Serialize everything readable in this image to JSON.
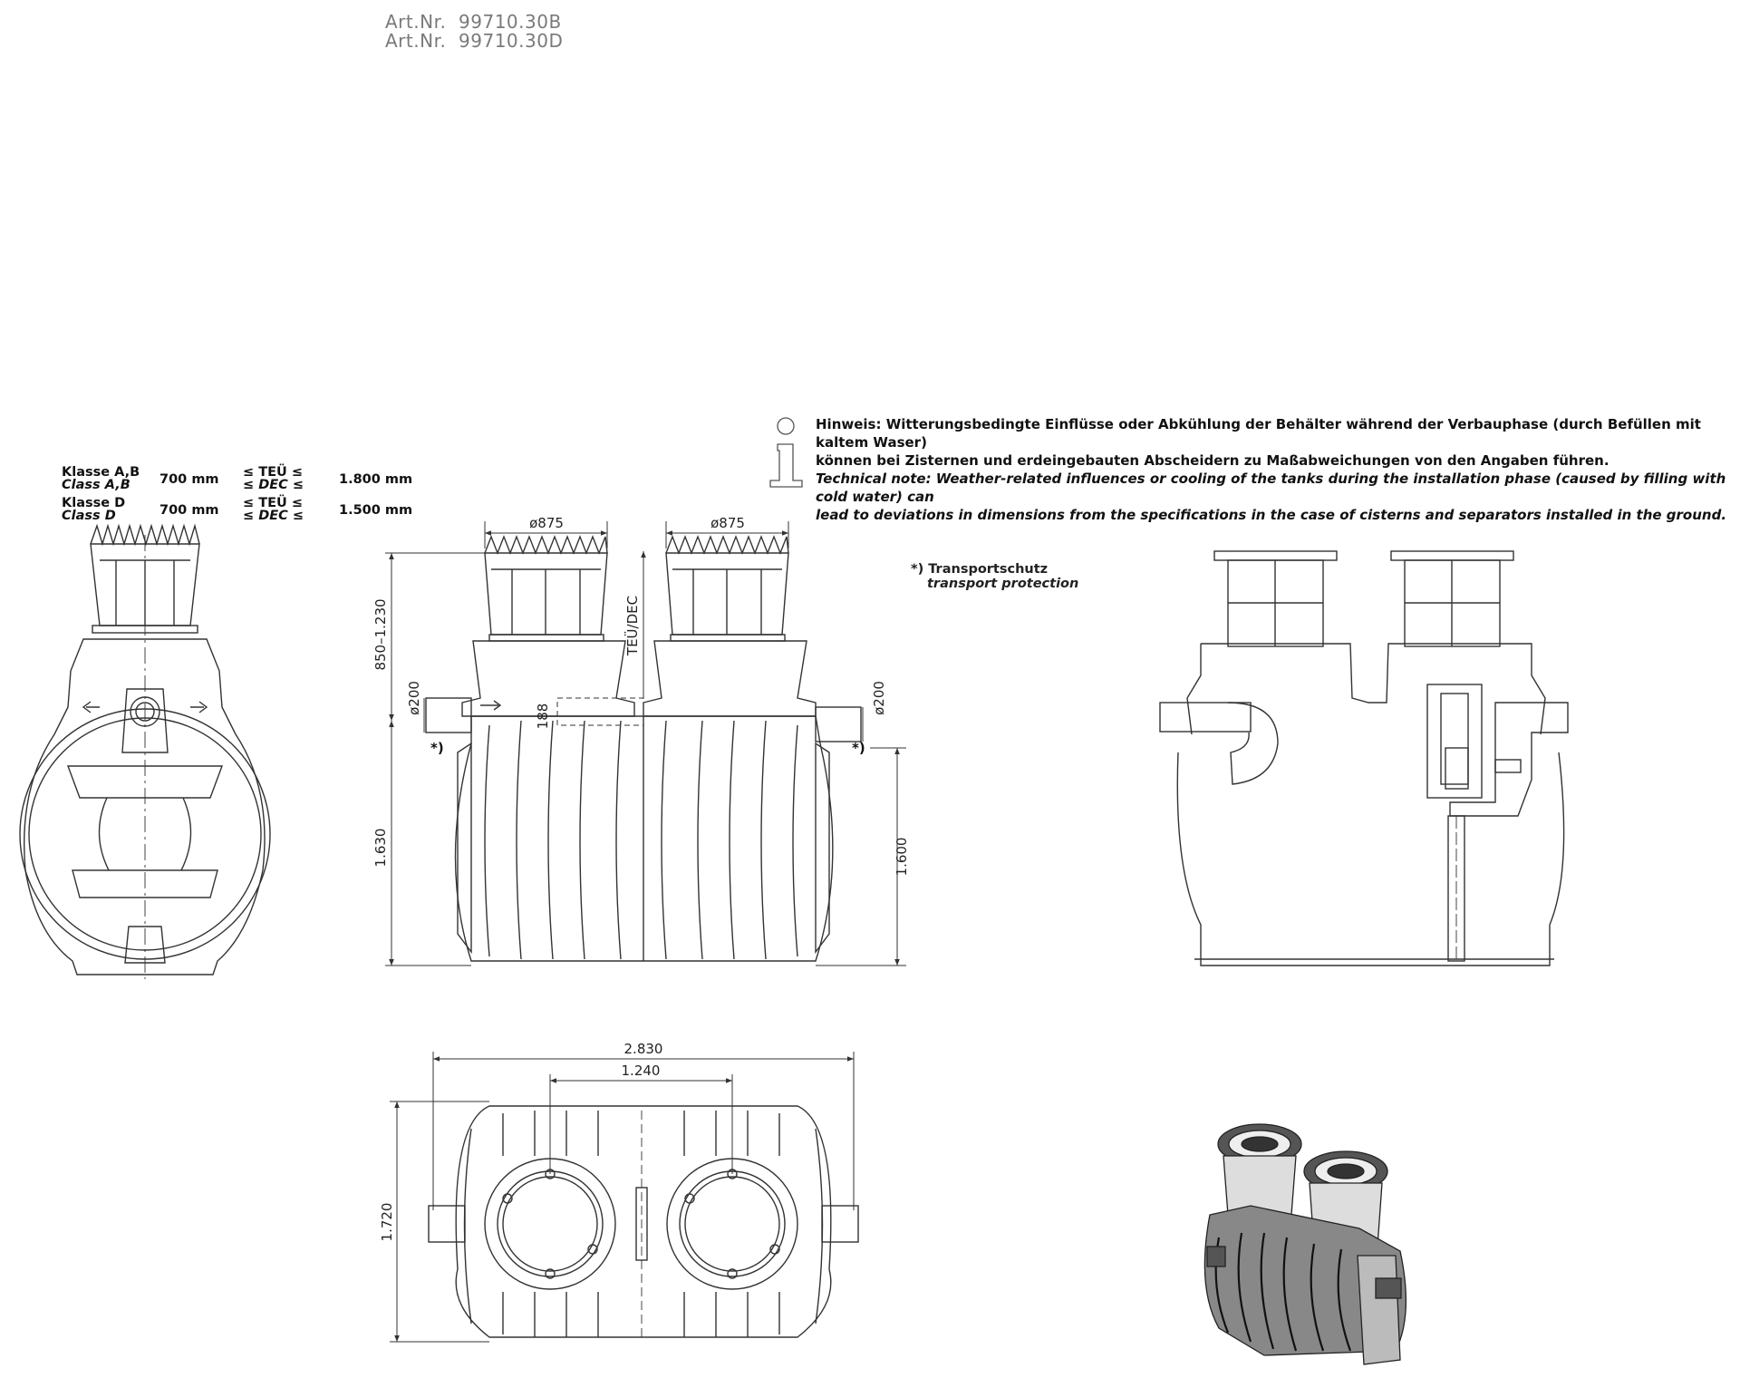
{
  "header": {
    "art_nr": [
      {
        "label": "Art.Nr.",
        "value": "99710.30B"
      },
      {
        "label": "Art.Nr.",
        "value": "99710.30D"
      }
    ]
  },
  "hint": {
    "icon": "info-icon",
    "de_line1": "Hinweis: Witterungsbedingte Einflüsse oder Abkühlung der Behälter während der Verbauphase (durch Befüllen mit kaltem Waser)",
    "de_line2": "können bei Zisternen und erdeingebauten Abscheidern zu Maßabweichungen von den Angaben führen.",
    "en_line1": "Technical note: Weather-related influences or cooling of the tanks during the installation phase (caused by filling with cold water) can",
    "en_line2": "lead to deviations in dimensions from the specifications in the case of cisterns and separators installed in the ground."
  },
  "cover_classes": [
    {
      "de": "Klasse A,B",
      "en": "Class A,B",
      "min": "700 mm",
      "teu": "≤ TEÜ ≤",
      "dec": "≤ DEC ≤",
      "max": "1.800 mm"
    },
    {
      "de": "Klasse D",
      "en": "Class D",
      "min": "700 mm",
      "teu": "≤ TEÜ ≤",
      "dec": "≤ DEC ≤",
      "max": "1.500 mm"
    }
  ],
  "transport": {
    "de": "*) Transportschutz",
    "en": "transport protection"
  },
  "dimensions": {
    "shaft_dia_left": "ø875",
    "shaft_dia_right": "ø875",
    "shaft_height": "850–1.230",
    "teu_dec": "TEÜ/DEC",
    "pipe_in": "ø200",
    "pipe_out": "ø200",
    "offset": "188",
    "height_inlet": "1.630",
    "height_outlet": "1.600",
    "star_left": "*)",
    "star_right": "*)",
    "total_length": "2.830",
    "shaft_spacing": "1.240",
    "total_width": "1.720"
  },
  "colors": {
    "line": "#333333",
    "text": "#111111",
    "art_nr": "#7a7a7a"
  }
}
